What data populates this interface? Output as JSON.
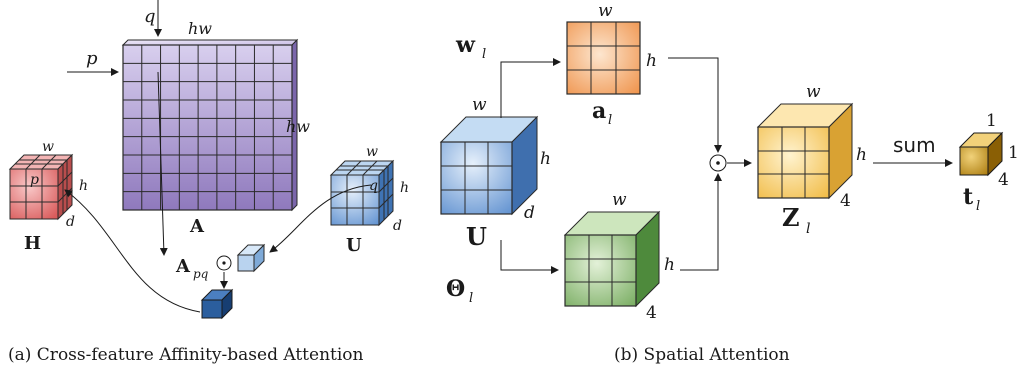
{
  "panel_a": {
    "caption": "(a) Cross-feature Affinity-based Attention",
    "label_q": "q",
    "label_p": "p",
    "label_hw_top": "hw",
    "label_hw_side": "hw",
    "matrix_label": "A",
    "h_cube": {
      "label": "H",
      "w": "w",
      "h": "h",
      "d": "d",
      "p": "p"
    },
    "u_cube": {
      "label": "U",
      "w": "w",
      "h": "h",
      "d": "d",
      "q": "q"
    },
    "apq_label": "A",
    "apq_sub": "pq",
    "odot": "⊙",
    "colors": {
      "matrix": "#9a86c4",
      "h_cube": "#e07a7a",
      "u_cube": "#7aa6d8",
      "out_cube": "#2b5e9e"
    }
  },
  "panel_b": {
    "caption": "(b) Spatial Attention",
    "w_label": "w",
    "w_sub": "l",
    "theta_label": "Θ",
    "theta_sub": "l",
    "u_cube": {
      "label": "U",
      "w": "w",
      "h": "h",
      "d": "d"
    },
    "a_cube": {
      "label": "a",
      "sub": "l",
      "w": "w",
      "h": "h"
    },
    "theta_cube": {
      "w": "w",
      "h": "h",
      "depth": "4"
    },
    "z_cube": {
      "label": "Z",
      "sub": "l",
      "w": "w",
      "h": "h",
      "depth": "4"
    },
    "t_cube": {
      "label": "t",
      "sub": "l",
      "top": "1",
      "right": "1",
      "depth": "4"
    },
    "sum_label": "sum",
    "odot": "⊙",
    "colors": {
      "u_cube": "#7aa6d8",
      "a_cube": "#f2a46a",
      "theta_cube": "#8fbf78",
      "z_cube": "#f6cc6a",
      "t_cube": "#c8950f"
    }
  }
}
